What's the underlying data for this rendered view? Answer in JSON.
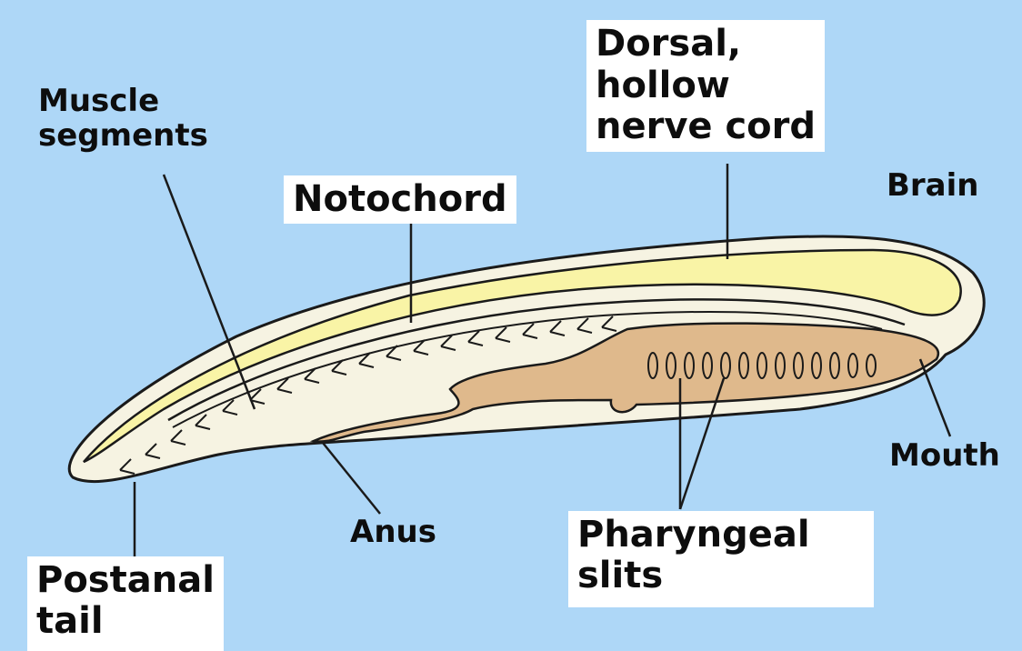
{
  "labels": {
    "muscle_segments": [
      "Muscle",
      "segments"
    ],
    "dorsal_nerve_cord": [
      "Dorsal,",
      "hollow",
      "nerve cord"
    ],
    "notochord": "Notochord",
    "brain": "Brain",
    "mouth": "Mouth",
    "anus": "Anus",
    "pharyngeal_slits": [
      "Pharyngeal",
      "slits"
    ],
    "postanal_tail": [
      "Postanal",
      "tail"
    ]
  },
  "colors": {
    "background": "#aed7f7",
    "body": "#f6f3e2",
    "outline": "#1a1a1a",
    "nerve_cord": "#f9f4a6",
    "gut": "#dfb98c",
    "label_box": "#ffffff"
  }
}
